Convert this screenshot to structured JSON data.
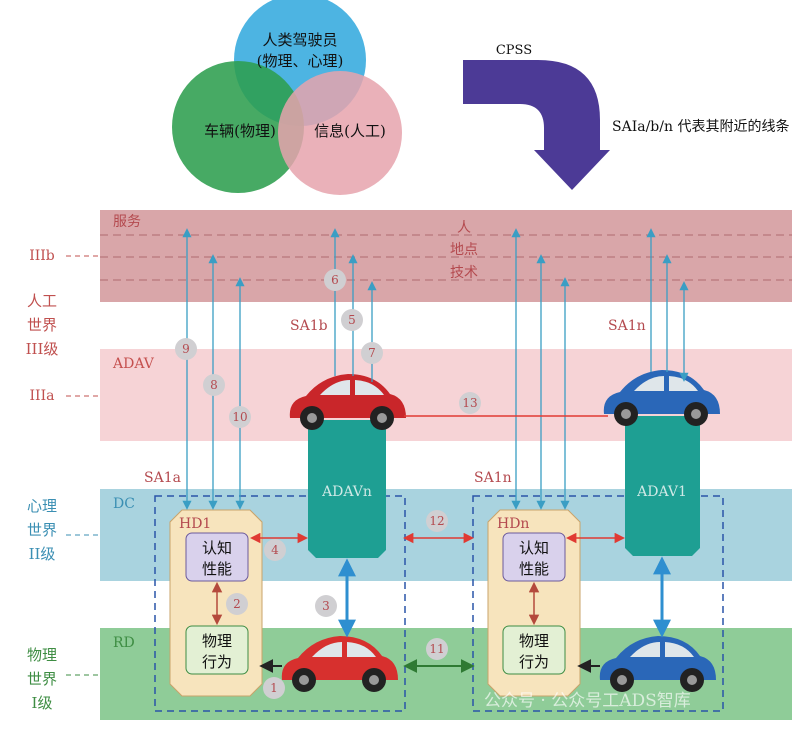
{
  "venn": {
    "human_line1": "人类驾驶员",
    "human_line2": "(物理、心理)",
    "vehicle": "车辆(物理)",
    "info": "信息(人工)"
  },
  "cpss": "CPSS",
  "note": "SAIa/b/n 代表其附近的线条",
  "bands": {
    "service": "服务",
    "service_sub": [
      "人",
      "地点",
      "技术"
    ],
    "adav": "ADAV",
    "dc": "DC",
    "rd": "RD"
  },
  "levels": {
    "iiib": "IIIb",
    "iiia": "IIIa",
    "level3": [
      "人工",
      "世界",
      "III级"
    ],
    "level2": [
      "心理",
      "世界",
      "II级"
    ],
    "level1": [
      "物理",
      "世界",
      "I级"
    ]
  },
  "sa_labels": {
    "sa1a": "SA1a",
    "sa1b": "SA1b",
    "sa1n_top": "SA1n",
    "sa1n_mid": "SA1n"
  },
  "boxes": {
    "hd1": "HD1",
    "hdn": "HDn",
    "cog_line1": "认知",
    "cog_line2": "性能",
    "phys_line1": "物理",
    "phys_line2": "行为",
    "adavn": "ADAVn",
    "adav1": "ADAV1"
  },
  "numbers": [
    "1",
    "2",
    "3",
    "4",
    "5",
    "6",
    "7",
    "8",
    "9",
    "10",
    "11",
    "12",
    "13"
  ],
  "watermark": "公众号 · 公众号工ADS智库",
  "colors": {
    "service_band": "#d9a6a9",
    "adav_band": "#f6d3d6",
    "dc_band": "#a9d3df",
    "rd_band": "#8fcc98",
    "arrow_blue": "#3a9ec4",
    "arrow_red": "#e03a33",
    "teal_box": "#1e9f93",
    "hd_box": "#f7e4bd",
    "cpss_arrow": "#4c3a96"
  }
}
